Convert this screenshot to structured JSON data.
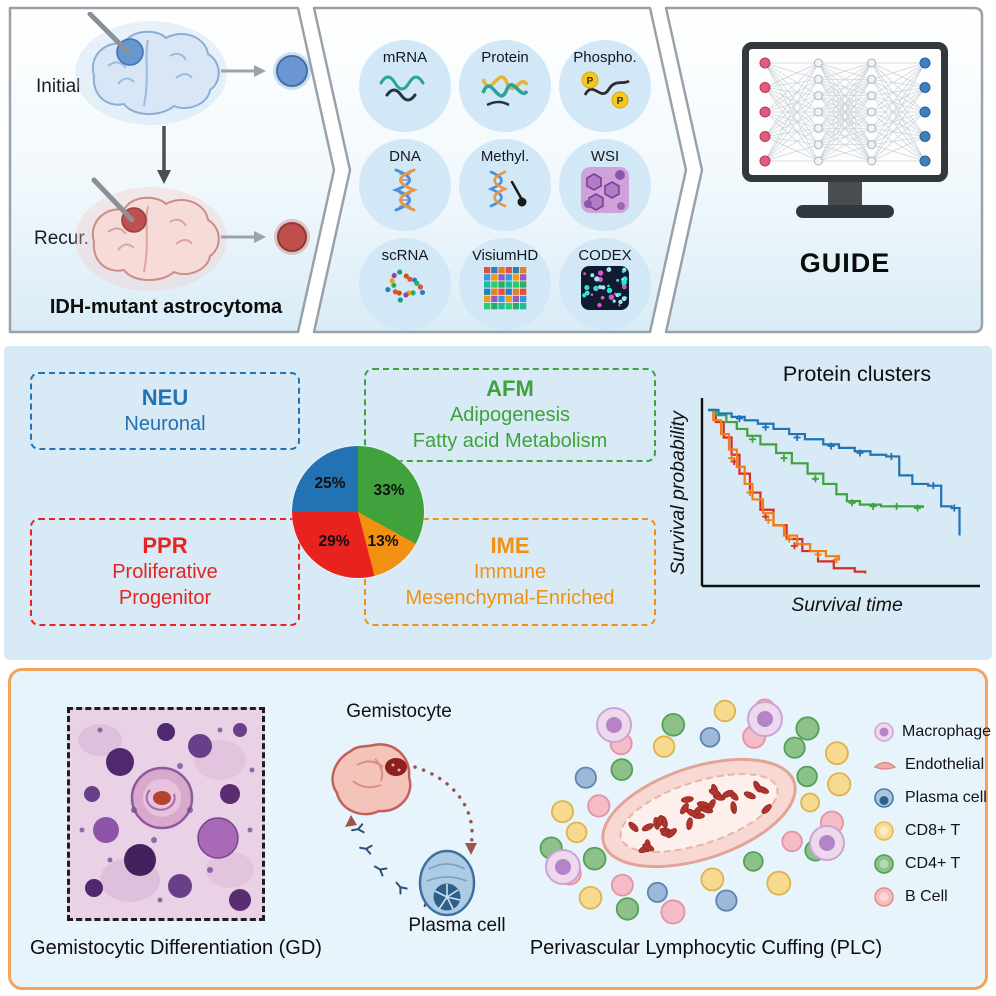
{
  "top": {
    "panel1": {
      "initial_label": "Initial",
      "recur_label": "Recur.",
      "caption": "IDH-mutant astrocytoma"
    },
    "panel2": {
      "items": [
        "mRNA",
        "Protein",
        "Phospho.",
        "DNA",
        "Methyl.",
        "WSI",
        "scRNA",
        "VisiumHD",
        "CODEX"
      ]
    },
    "panel3": {
      "caption": "GUIDE"
    }
  },
  "middle": {
    "neu": {
      "abbr": "NEU",
      "line1": "Neuronal"
    },
    "afm": {
      "abbr": "AFM",
      "line1": "Adipogenesis",
      "line2": "Fatty acid Metabolism"
    },
    "ppr": {
      "abbr": "PPR",
      "line1": "Proliferative",
      "line2": "Progenitor"
    },
    "ime": {
      "abbr": "IME",
      "line1": "Immune",
      "line2": "Mesenchymal-Enriched"
    },
    "colors": {
      "neu": "#2272b4",
      "afm": "#3fa23c",
      "ppr": "#e8231f",
      "ime": "#f29111"
    }
  },
  "bottom": {
    "gemistocyte_label": "Gemistocyte",
    "plasma_label": "Plasma cell",
    "gd_caption": "Gemistocytic Differentiation (GD)",
    "plc_caption": "Perivascular Lymphocytic Cuffing (PLC)",
    "legend": [
      {
        "label": "Macrophage"
      },
      {
        "label": "Endothelial"
      },
      {
        "label": "Plasma cell"
      },
      {
        "label": "CD8+ T"
      },
      {
        "label": "CD4+ T"
      },
      {
        "label": "B Cell"
      }
    ]
  },
  "chart_data": [
    {
      "type": "pie",
      "labels": [
        "AFM",
        "IME",
        "PPR",
        "NEU"
      ],
      "values": [
        33,
        13,
        29,
        25
      ],
      "display_labels": [
        "33%",
        "13%",
        "29%",
        "25%"
      ],
      "colors": [
        "#3fa23c",
        "#f29111",
        "#e8231f",
        "#2272b4"
      ],
      "start_angle_deg": 0,
      "direction": "clockwise"
    },
    {
      "type": "line",
      "subtype": "kaplan-meier",
      "title": "Protein clusters",
      "xlabel": "Survival time",
      "ylabel": "Survival probability",
      "xlim": [
        0,
        1
      ],
      "ylim": [
        0,
        1
      ],
      "series": [
        {
          "name": "cluster-red",
          "color": "#d92b25",
          "points": [
            [
              0,
              1
            ],
            [
              0.03,
              0.93
            ],
            [
              0.06,
              0.84
            ],
            [
              0.09,
              0.74
            ],
            [
              0.12,
              0.63
            ],
            [
              0.16,
              0.52
            ],
            [
              0.2,
              0.42
            ],
            [
              0.25,
              0.33
            ],
            [
              0.3,
              0.25
            ],
            [
              0.36,
              0.18
            ],
            [
              0.42,
              0.12
            ],
            [
              0.48,
              0.08
            ],
            [
              0.56,
              0.06
            ],
            [
              0.6,
              0.05
            ]
          ],
          "censors": [
            [
              0.1,
              0.7
            ],
            [
              0.22,
              0.38
            ],
            [
              0.33,
              0.21
            ]
          ]
        },
        {
          "name": "cluster-orange",
          "color": "#f07f13",
          "points": [
            [
              0,
              1
            ],
            [
              0.02,
              0.94
            ],
            [
              0.05,
              0.86
            ],
            [
              0.08,
              0.77
            ],
            [
              0.11,
              0.67
            ],
            [
              0.14,
              0.57
            ],
            [
              0.17,
              0.48
            ],
            [
              0.21,
              0.4
            ],
            [
              0.25,
              0.33
            ],
            [
              0.29,
              0.27
            ],
            [
              0.34,
              0.22
            ],
            [
              0.39,
              0.18
            ],
            [
              0.45,
              0.15
            ],
            [
              0.5,
              0.13
            ]
          ],
          "censors": [
            [
              0.09,
              0.72
            ],
            [
              0.16,
              0.52
            ],
            [
              0.23,
              0.36
            ],
            [
              0.31,
              0.25
            ],
            [
              0.42,
              0.16
            ],
            [
              0.49,
              0.13
            ]
          ]
        },
        {
          "name": "cluster-green",
          "color": "#3fa23c",
          "points": [
            [
              0,
              1
            ],
            [
              0.03,
              0.97
            ],
            [
              0.07,
              0.93
            ],
            [
              0.11,
              0.89
            ],
            [
              0.15,
              0.85
            ],
            [
              0.2,
              0.8
            ],
            [
              0.26,
              0.75
            ],
            [
              0.32,
              0.69
            ],
            [
              0.38,
              0.63
            ],
            [
              0.44,
              0.57
            ],
            [
              0.49,
              0.51
            ],
            [
              0.53,
              0.47
            ],
            [
              0.58,
              0.45
            ],
            [
              0.66,
              0.44
            ],
            [
              0.76,
              0.44
            ],
            [
              0.82,
              0.43
            ]
          ],
          "censors": [
            [
              0.17,
              0.83
            ],
            [
              0.29,
              0.72
            ],
            [
              0.41,
              0.6
            ],
            [
              0.55,
              0.46
            ],
            [
              0.63,
              0.44
            ],
            [
              0.72,
              0.44
            ],
            [
              0.8,
              0.43
            ]
          ]
        },
        {
          "name": "cluster-blue",
          "color": "#2272b4",
          "points": [
            [
              0,
              1
            ],
            [
              0.04,
              0.98
            ],
            [
              0.09,
              0.96
            ],
            [
              0.14,
              0.94
            ],
            [
              0.19,
              0.92
            ],
            [
              0.25,
              0.89
            ],
            [
              0.31,
              0.86
            ],
            [
              0.37,
              0.83
            ],
            [
              0.44,
              0.8
            ],
            [
              0.5,
              0.78
            ],
            [
              0.56,
              0.76
            ],
            [
              0.62,
              0.74
            ],
            [
              0.68,
              0.73
            ],
            [
              0.73,
              0.62
            ],
            [
              0.78,
              0.57
            ],
            [
              0.84,
              0.56
            ],
            [
              0.89,
              0.44
            ],
            [
              0.93,
              0.43
            ],
            [
              0.96,
              0.27
            ]
          ],
          "censors": [
            [
              0.12,
              0.95
            ],
            [
              0.22,
              0.9
            ],
            [
              0.34,
              0.84
            ],
            [
              0.47,
              0.79
            ],
            [
              0.58,
              0.75
            ],
            [
              0.7,
              0.73
            ],
            [
              0.86,
              0.56
            ],
            [
              0.94,
              0.43
            ]
          ]
        }
      ]
    }
  ]
}
